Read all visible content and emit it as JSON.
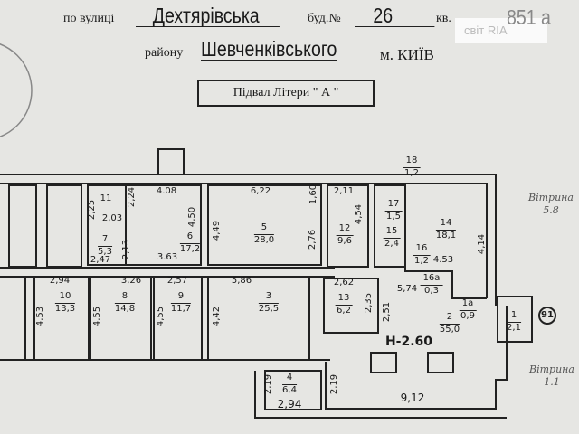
{
  "header": {
    "street_label": "по вулиці",
    "street": "Дехтярівська",
    "building_label": "буд.№",
    "building": "26",
    "apartment_label": "кв.",
    "apartment": "851 а",
    "district_label": "району",
    "district": "Шевченківського",
    "city": "м. КИЇВ",
    "plan_title": "Підвал Літери \" А \"",
    "watermark": "світ RIA"
  },
  "plan": {
    "height": "H-2.60",
    "marker": "91",
    "notes": [
      {
        "line1": "Вітрина",
        "line2": "5.8"
      },
      {
        "line1": "Вітрина",
        "line2": "1.1"
      }
    ],
    "rooms": [
      {
        "n": "1",
        "area": "2,1"
      },
      {
        "n": "2",
        "area": "55,0"
      },
      {
        "n": "3",
        "area": "25,5"
      },
      {
        "n": "4",
        "area": "6,4"
      },
      {
        "n": "5",
        "area": "28,0"
      },
      {
        "n": "6",
        "area": "17,2"
      },
      {
        "n": "7",
        "area": "5,3"
      },
      {
        "n": "8",
        "area": "14,8"
      },
      {
        "n": "9",
        "area": "11,7"
      },
      {
        "n": "10",
        "area": "13,3"
      },
      {
        "n": "11",
        "area": ""
      },
      {
        "n": "12",
        "area": "9,6"
      },
      {
        "n": "13",
        "area": "6,2"
      },
      {
        "n": "14",
        "area": "18,1"
      },
      {
        "n": "15",
        "area": "2,4"
      },
      {
        "n": "16",
        "area": "1,2"
      },
      {
        "n": "16а",
        "area": "0,3"
      },
      {
        "n": "17",
        "area": "1,5"
      },
      {
        "n": "18",
        "area": "1,2"
      },
      {
        "n": "1а",
        "area": "0,9"
      }
    ],
    "dims": [
      "4.08",
      "4,50",
      "3.63",
      "2,24",
      "2,25",
      "2,03",
      "2,13",
      "2,47",
      "6,22",
      "4,49",
      "1,60",
      "2,76",
      "2,11",
      "4,54",
      "4.53",
      "4,14",
      "2,94",
      "3,26",
      "2,57",
      "5,86",
      "2,62",
      "5,74",
      "4,53",
      "4,55",
      "4,55",
      "4,42",
      "2,35",
      "2,51",
      "2,19",
      "2,94",
      "2,19",
      "9,12"
    ]
  }
}
